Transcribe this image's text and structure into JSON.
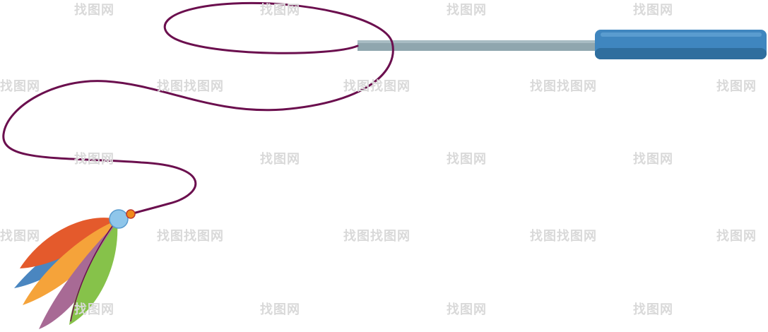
{
  "scene": {
    "subject": "cat teaser wand toy",
    "colors": {
      "background": "#ffffff",
      "handle": "#3f86bf",
      "handle_shadow": "#2f6e9e",
      "rod": "#8fa6ae",
      "string": "#6b0f4e",
      "bead": "#8fc6ea",
      "ring": "#f08a1a",
      "feather_red": "#e45a2c",
      "feather_orange": "#f5a33a",
      "feather_green": "#86c24a",
      "feather_purple": "#a86a95",
      "feather_blue": "#4a86c0"
    },
    "watermarks": [
      {
        "text": "找图网"
      },
      {
        "text": "找图网"
      },
      {
        "text": "找图网"
      },
      {
        "text": "找图网"
      },
      {
        "text": "找图网"
      },
      {
        "text": "找图找图网"
      },
      {
        "text": "找图找图网"
      },
      {
        "text": "找图找图网"
      },
      {
        "text": "找图网"
      },
      {
        "text": "找图网"
      },
      {
        "text": "找图网"
      },
      {
        "text": "找图网"
      },
      {
        "text": "找图网"
      },
      {
        "text": "找图网"
      },
      {
        "text": "找图找图网"
      },
      {
        "text": "找图找图网"
      },
      {
        "text": "找图找图网"
      },
      {
        "text": "找图网"
      },
      {
        "text": "找图网"
      },
      {
        "text": "找图网"
      },
      {
        "text": "找图网"
      },
      {
        "text": "找图网"
      }
    ]
  }
}
